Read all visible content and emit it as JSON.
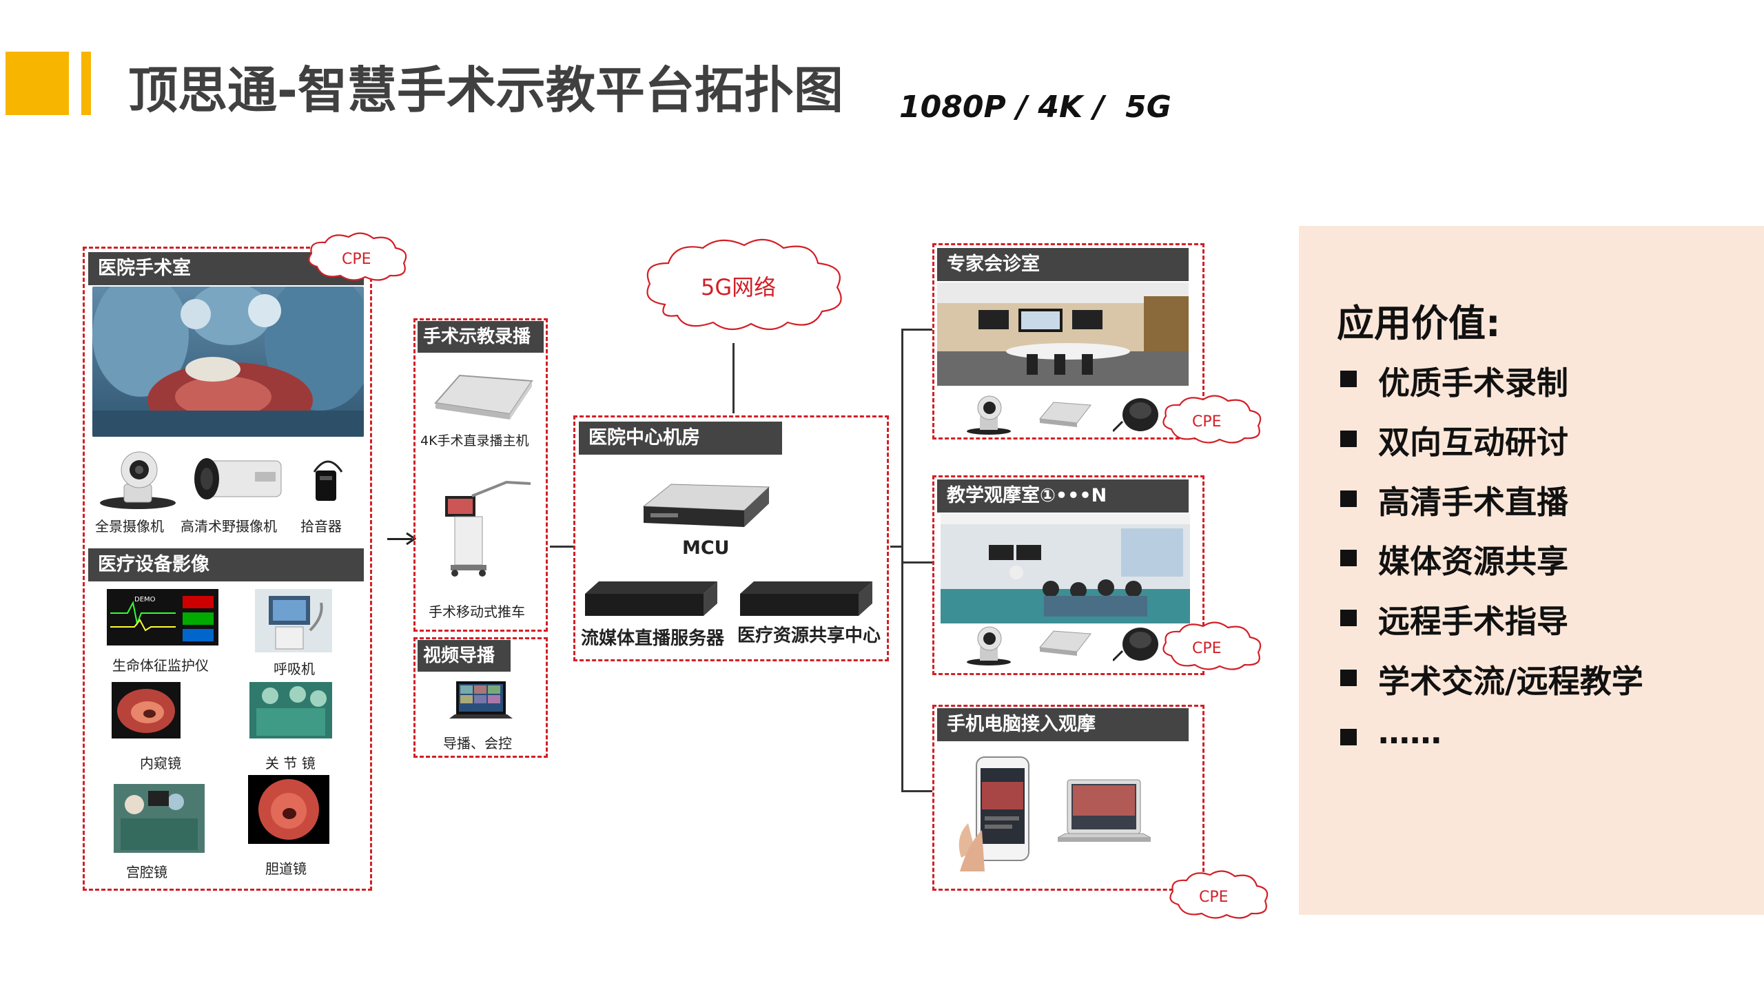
{
  "header": {
    "title": "顶思通-智慧手术示教平台拓扑图",
    "subtitle": "1080P / 4K /  5G",
    "accent": "#f7b500"
  },
  "colors": {
    "red": "#d21f26",
    "panel_bg": "#fbe7d9",
    "bar": "#444444"
  },
  "clouds": {
    "cpe": "CPE",
    "network": "5G网络"
  },
  "or_room": {
    "title": "医院手术室",
    "cameras": [
      "全景摄像机",
      "高清术野摄像机",
      "拾音器"
    ],
    "equipment_title": "医疗设备影像",
    "equipment": [
      "生命体征监护仪",
      "呼吸机",
      "内窥镜",
      "关 节 镜",
      "宫腔镜",
      "胆道镜"
    ],
    "monitor_text": "DEMO"
  },
  "recording": {
    "title": "手术示教录播",
    "items": [
      "4K手术直录播主机",
      "手术移动式推车"
    ]
  },
  "directing": {
    "title": "视频导播",
    "caption": "导播、会控"
  },
  "datacenter": {
    "title": "医院中心机房",
    "mcu": "MCU",
    "servers": [
      "流媒体直播服务器",
      "医疗资源共享中心"
    ]
  },
  "expert": {
    "title": "专家会诊室"
  },
  "teaching": {
    "title": "教学观摩室①•••N"
  },
  "mobile": {
    "title": "手机电脑接入观摩"
  },
  "value_panel": {
    "title": "应用价值:",
    "items": [
      "优质手术录制",
      "双向互动研讨",
      "高清手术直播",
      "媒体资源共享",
      "远程手术指导",
      "学术交流/远程教学",
      "……"
    ]
  }
}
